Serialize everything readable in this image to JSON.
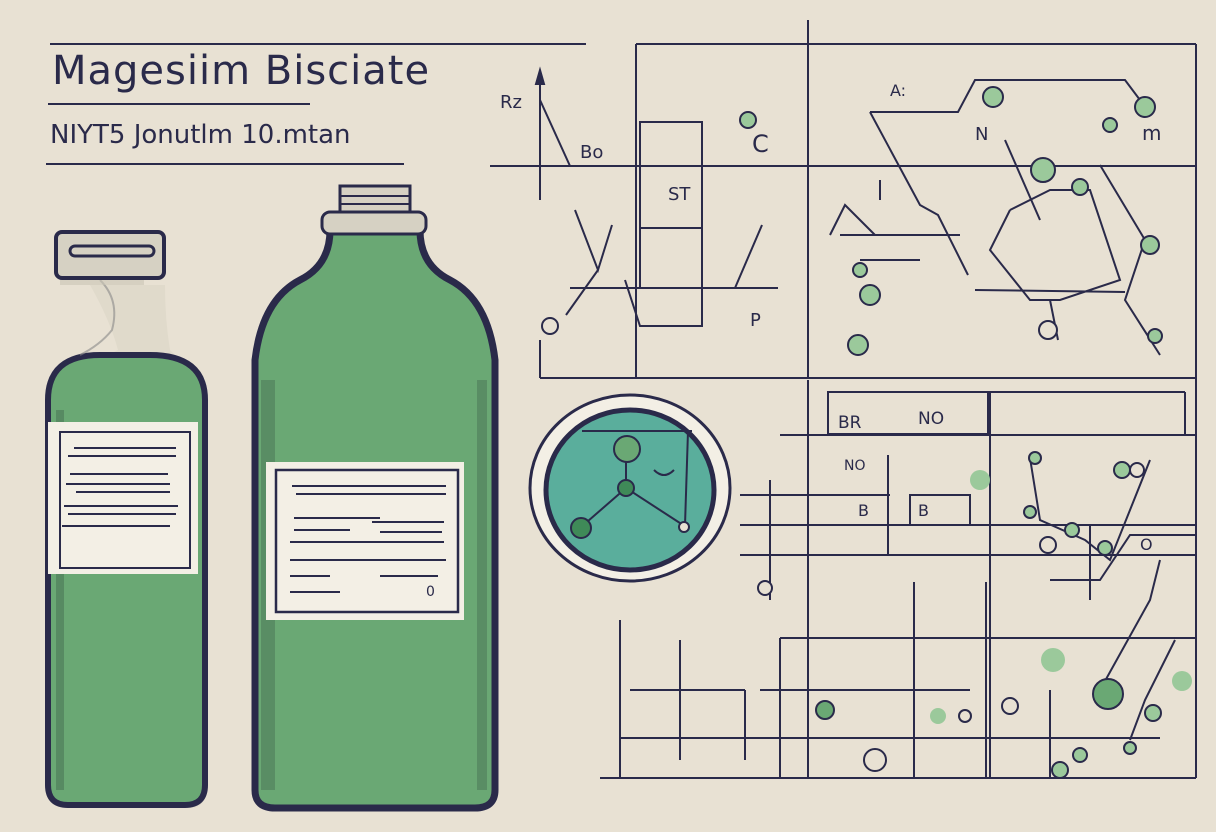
{
  "header": {
    "title": "Magesiim Bisciate",
    "subtitle": "NIYT5 Jonutlm 10.mtan"
  },
  "diagram": {
    "labels": {
      "rz": "Rz",
      "bo": "Bo",
      "st": "ST",
      "c": "C",
      "p": "P",
      "a": "A:",
      "n": "N",
      "m": "m",
      "br": "BR",
      "no_top": "NO",
      "no_small": "NO",
      "box_b1": "B",
      "box_b2": "B",
      "o": "O",
      "label_zero": "0"
    }
  },
  "colors": {
    "background": "#e8e1d3",
    "ink": "#2a2a4a",
    "bottle_green": "#6aa874",
    "teal": "#5aae9c",
    "label_white": "#f3efe5"
  }
}
